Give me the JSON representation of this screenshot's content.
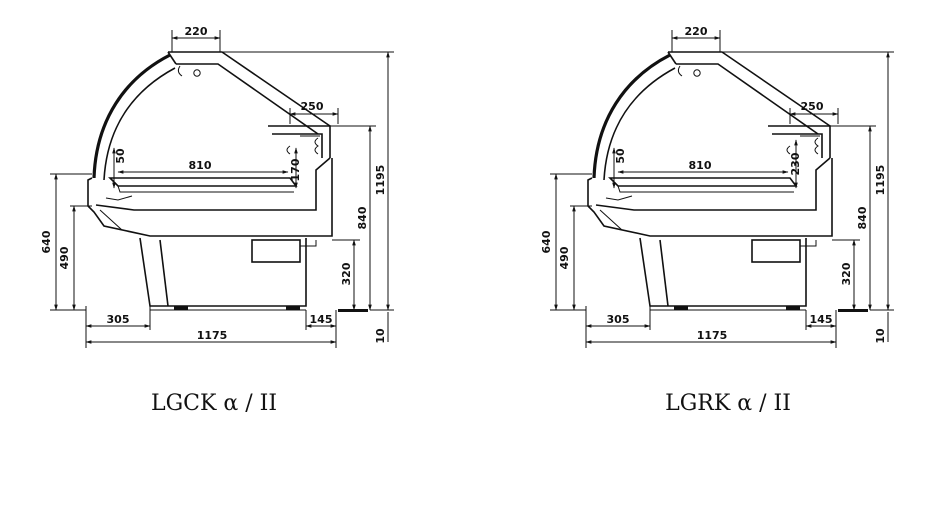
{
  "diagrams": [
    {
      "caption": "LGCK α / II",
      "dims": {
        "top": "220",
        "ledge": "250",
        "h50": "50",
        "depth": "810",
        "inner": "170",
        "h640": "640",
        "h490": "490",
        "h840": "840",
        "h320": "320",
        "h1195": "1195",
        "w305": "305",
        "w145": "145",
        "w1175": "1175",
        "h10": "10"
      }
    },
    {
      "caption": "LGRK α / II",
      "dims": {
        "top": "220",
        "ledge": "250",
        "h50": "50",
        "depth": "810",
        "inner": "230",
        "h640": "640",
        "h490": "490",
        "h840": "840",
        "h320": "320",
        "h1195": "1195",
        "w305": "305",
        "w145": "145",
        "w1175": "1175",
        "h10": "10"
      }
    }
  ]
}
